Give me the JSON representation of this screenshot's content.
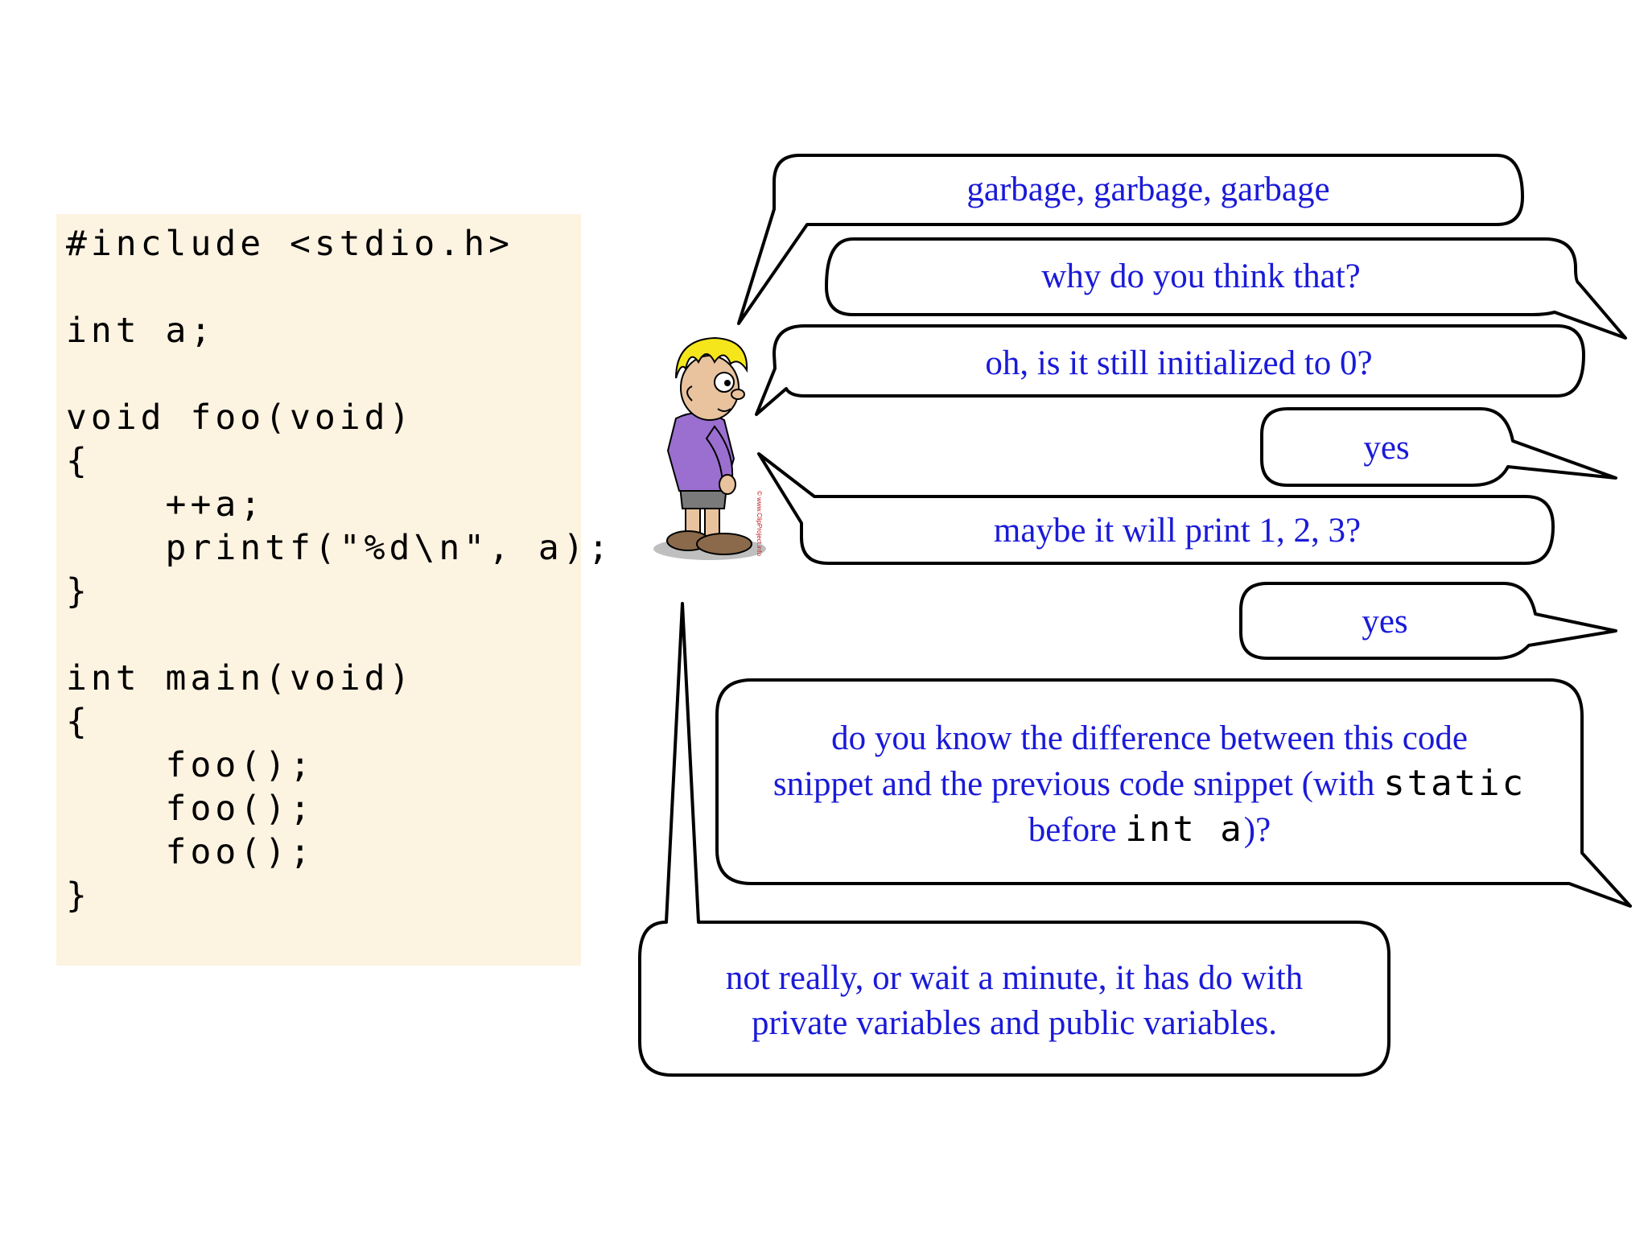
{
  "code": {
    "lines": [
      "#include <stdio.h>",
      "int a;",
      "void foo(void)",
      "{",
      "    ++a;",
      "    printf(\"%d\\n\", a);",
      "}",
      "int main(void)",
      "{",
      "    foo();",
      "    foo();",
      "    foo();",
      "}"
    ]
  },
  "dialogue": {
    "b1": "garbage, garbage, garbage",
    "b2": "why do you think that?",
    "b3": "oh, is it still initialized to 0?",
    "b4": "yes",
    "b5": "maybe it will print 1, 2, 3?",
    "b6": "yes",
    "b7": {
      "part1": "do you know the difference between this code",
      "part2": "snippet and the previous code snippet (with ",
      "code1": "static",
      "part3": "before ",
      "code2": "int a",
      "part4": ")?"
    },
    "b8": {
      "line1": "not really, or wait a minute, it has do with",
      "line2": "private variables and public variables."
    }
  },
  "credit": "© www.ClipProject.info",
  "colors": {
    "code_background": "#fdf3e1",
    "dialogue_text": "#1a1ad8",
    "hair": "#f5e61c",
    "shirt": "#9b6fcf"
  }
}
